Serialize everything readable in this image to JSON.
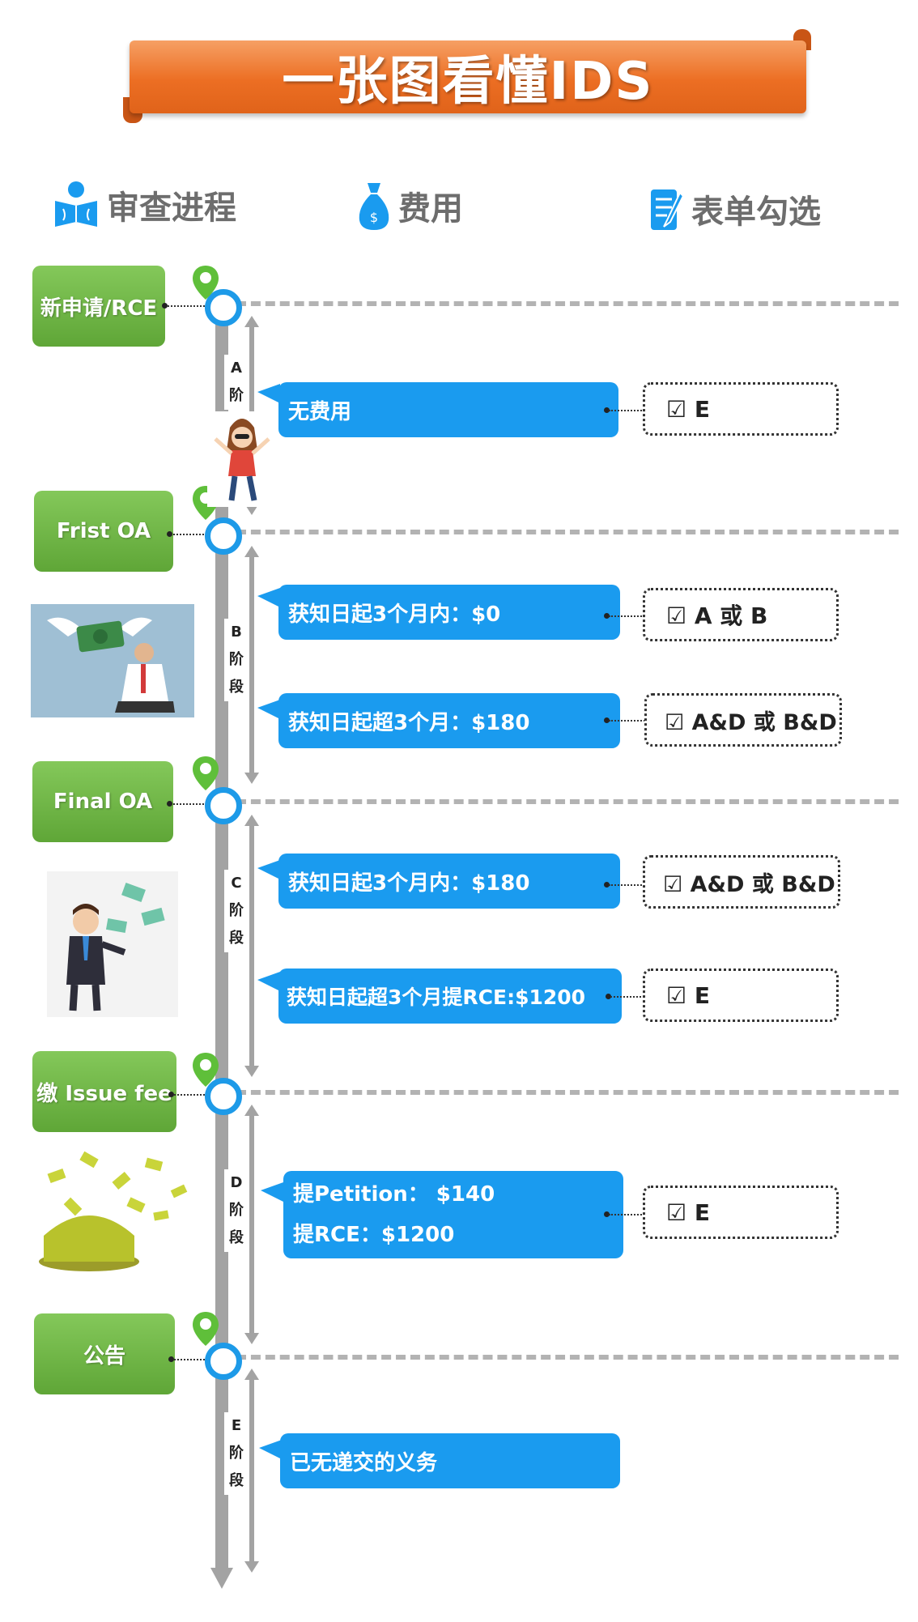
{
  "banner": {
    "title": "一张图看懂IDS"
  },
  "columns": {
    "process": "审查进程",
    "fee": "费用",
    "form": "表单勾选"
  },
  "stages": [
    {
      "label": "新申请/RCE"
    },
    {
      "label": "Frist OA"
    },
    {
      "label": "Final OA"
    },
    {
      "label": "缴 Issue fee"
    },
    {
      "label": "公告"
    }
  ],
  "phases": [
    {
      "letter": "A",
      "chars": [
        "阶"
      ]
    },
    {
      "letter": "B",
      "chars": [
        "阶",
        "段"
      ]
    },
    {
      "letter": "C",
      "chars": [
        "阶",
        "段"
      ]
    },
    {
      "letter": "D",
      "chars": [
        "阶",
        "段"
      ]
    },
    {
      "letter": "E",
      "chars": [
        "阶",
        "段"
      ]
    }
  ],
  "fees": [
    {
      "text": "无费用",
      "form": "☑ E"
    },
    {
      "text": "获知日起3个月内：$0",
      "form": "☑ A 或 B"
    },
    {
      "text": "获知日起超3个月：$180",
      "form": "☑ A&D 或 B&D"
    },
    {
      "text": "获知日起3个月内：$180",
      "form": "☑ A&D 或 B&D"
    },
    {
      "text": "获知日起超3个月提RCE:$1200",
      "form": "☑ E"
    },
    {
      "line1": "提Petition：  $140",
      "line2": "提RCE：$1200",
      "form": "☑ E"
    },
    {
      "text": "已无递交的义务"
    }
  ],
  "colors": {
    "banner": "#ec6e23",
    "stage_green": "#6db544",
    "fee_blue": "#1a9bef",
    "node_blue": "#1d9ae8",
    "pin_green": "#5fbf3a",
    "timeline_gray": "#a3a3a3"
  },
  "icons": [
    "reader-icon",
    "money-bag-icon",
    "checklist-icon",
    "location-pin-icon"
  ]
}
